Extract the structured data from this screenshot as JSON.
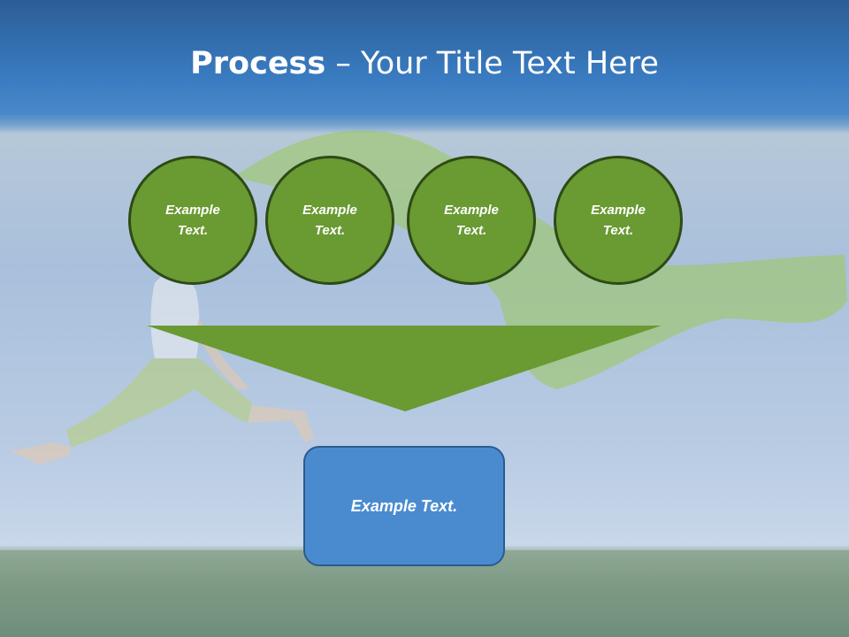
{
  "title": {
    "bold": "Process",
    "rest": " – Your Title Text Here"
  },
  "circles": [
    {
      "label": "Example\nText."
    },
    {
      "label": "Example\nText."
    },
    {
      "label": "Example\nText."
    },
    {
      "label": "Example\nText."
    }
  ],
  "result": {
    "label": "Example Text."
  },
  "colors": {
    "title_band": "#3a7cc2",
    "circle_fill": "#6a9a32",
    "circle_border": "#2e4a17",
    "funnel_fill": "#6a9a32",
    "box_fill": "#4a8bd0",
    "box_border": "#2a5b8f"
  }
}
